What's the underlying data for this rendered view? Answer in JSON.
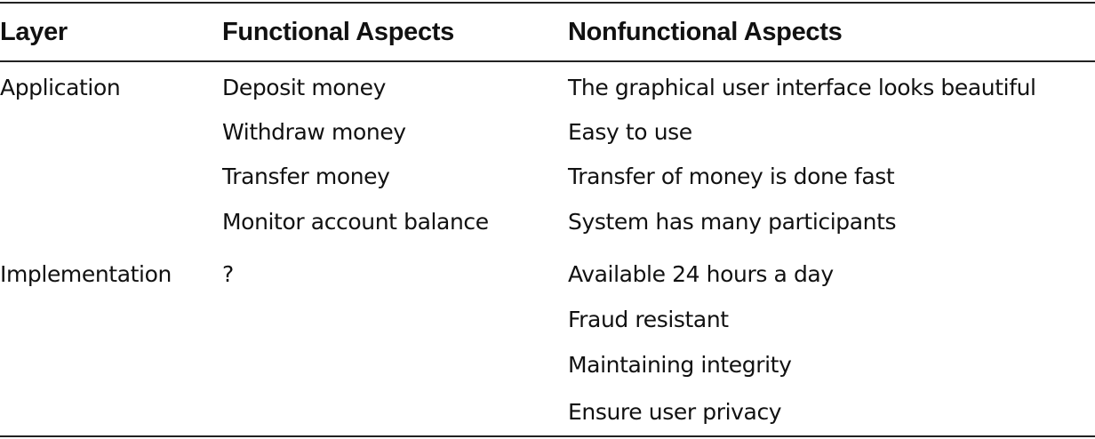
{
  "table": {
    "headers": {
      "layer": "Layer",
      "functional": "Functional Aspects",
      "nonfunctional": "Nonfunctional Aspects"
    },
    "rows": [
      {
        "layer": "Application",
        "functional": [
          "Deposit money",
          "Withdraw money",
          "Transfer money",
          "Monitor account balance"
        ],
        "nonfunctional": [
          "The graphical user interface looks beautiful",
          "Easy to use",
          "Transfer of money is done fast",
          "System has many participants"
        ]
      },
      {
        "layer": "Implementation",
        "functional": [
          "?"
        ],
        "nonfunctional": [
          "Available 24 hours a day",
          "Fraud resistant",
          "Maintaining integrity",
          "Ensure user privacy"
        ]
      }
    ]
  }
}
